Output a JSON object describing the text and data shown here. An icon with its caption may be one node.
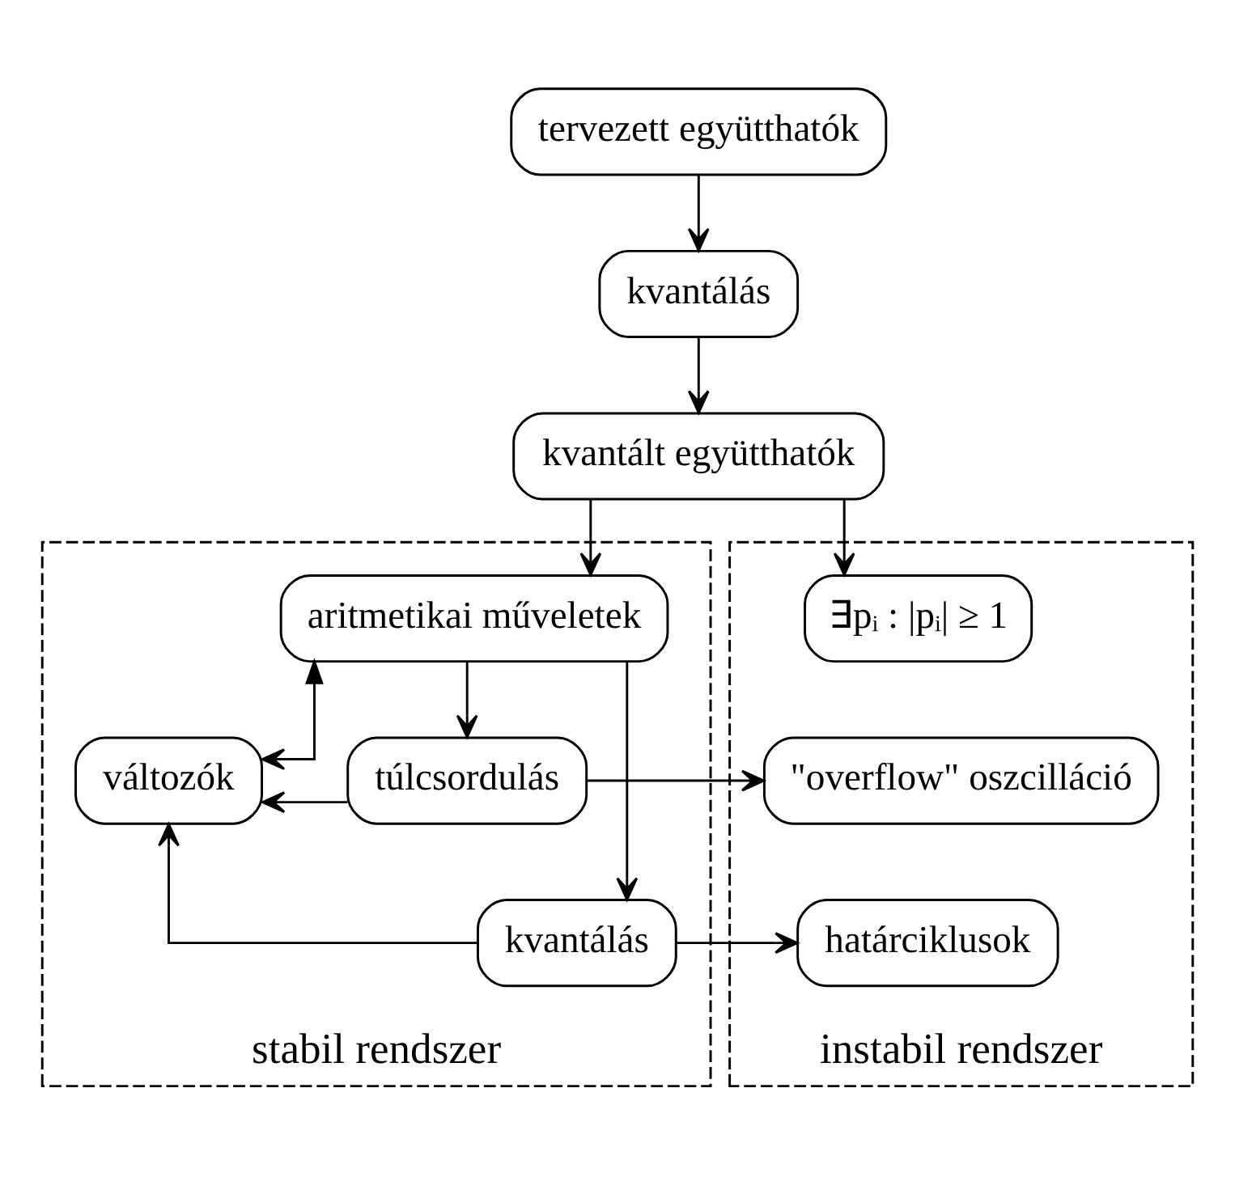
{
  "diagram": {
    "nodes": [
      {
        "text": [
          "tervezett együtthatók"
        ]
      },
      {
        "text": [
          "kvantálás"
        ]
      },
      {
        "text": [
          "kvantált együtthatók"
        ]
      },
      {
        "text": [
          "stabil rendszer"
        ]
      },
      {
        "text": [
          "aritmetikai műveletek"
        ],
        "in": 3
      },
      {
        "text": [
          "változók"
        ],
        "in": 3
      },
      {
        "text": [
          "túlcsordulás"
        ],
        "in": 3
      },
      {
        "text": [
          "kvantálás"
        ],
        "in": 3
      },
      {
        "text": [
          "instabil rendszer"
        ]
      },
      {
        "text": [
          "∃pᵢ : |pᵢ| ≥ 1"
        ],
        "in": 8
      },
      {
        "text": [
          "\"overflow\" oszcilláció"
        ],
        "in": 8
      },
      {
        "text": [
          "határciklusok"
        ],
        "in": 8
      }
    ],
    "edges": [
      {
        "from": 0,
        "to": 1,
        "arrow": "to"
      },
      {
        "from": 1,
        "to": 2,
        "arrow": "to"
      },
      {
        "from": 2,
        "to": 4,
        "arrow": "to"
      },
      {
        "from": 2,
        "to": 9,
        "arrow": "to"
      },
      {
        "from": 4,
        "to": 5,
        "arrow": "both"
      },
      {
        "from": 4,
        "to": 6,
        "arrow": "to"
      },
      {
        "from": 4,
        "to": 7,
        "arrow": "to"
      },
      {
        "from": 6,
        "to": 5,
        "arrow": "to"
      },
      {
        "from": 7,
        "to": 5,
        "arrow": "to"
      },
      {
        "from": 6,
        "to": 10,
        "arrow": "to"
      },
      {
        "from": 7,
        "to": 11,
        "arrow": "to"
      }
    ]
  }
}
